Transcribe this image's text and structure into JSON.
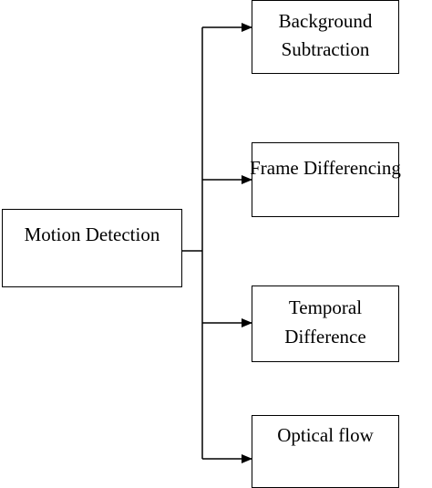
{
  "root": {
    "label": "Motion Detection"
  },
  "children": [
    {
      "line1": "Background",
      "line2": "Subtraction"
    },
    {
      "line1": "Frame Differencing"
    },
    {
      "line1": "Temporal",
      "line2": "Difference"
    },
    {
      "line1": "Optical flow"
    }
  ]
}
